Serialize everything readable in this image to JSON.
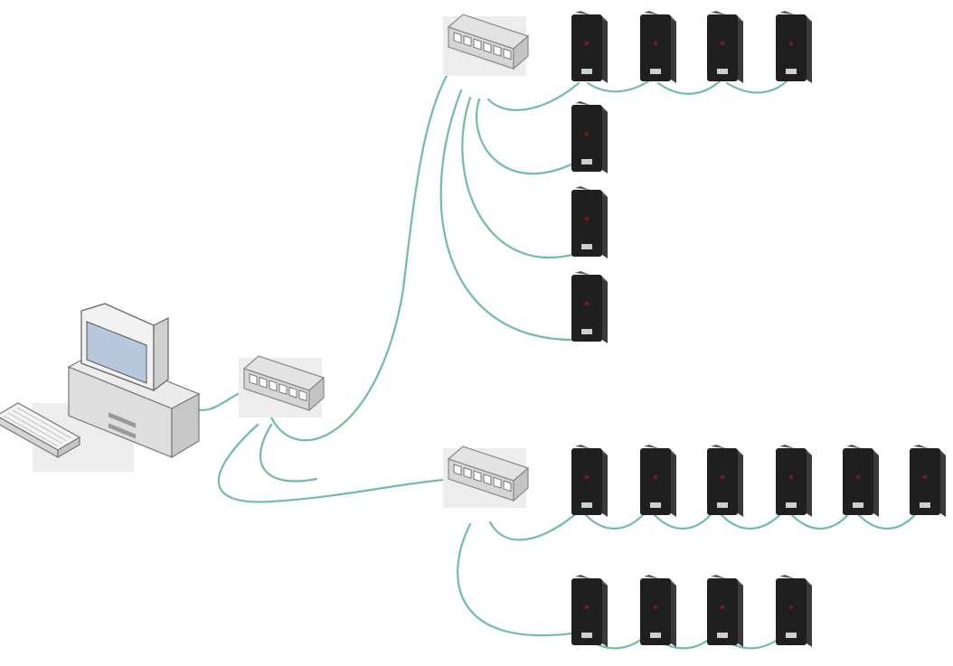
{
  "diagram": {
    "type": "network-topology",
    "colors": {
      "cable": "#6fbf9a",
      "device_body": "#1f1f1f",
      "device_side": "#3a3a3a",
      "switch_body": "#e3e3e3",
      "switch_outline": "#8a8a8a",
      "pc_body": "#ececec",
      "pc_screen": "#b9c7dc"
    },
    "nodes": {
      "computer": {
        "kind": "workstation",
        "icon": "computer-icon"
      },
      "switches": [
        {
          "id": "core-switch",
          "icon": "switch-icon"
        },
        {
          "id": "upper-switch",
          "icon": "switch-icon"
        },
        {
          "id": "lower-switch",
          "icon": "switch-icon"
        }
      ],
      "devices": {
        "upper_row": 4,
        "upper_column": 3,
        "lower_row_1": 6,
        "lower_row_2": 4,
        "icon": "access-controller-icon"
      }
    },
    "links": [
      [
        "computer",
        "core-switch"
      ],
      [
        "core-switch",
        "upper-switch"
      ],
      [
        "core-switch",
        "lower-switch"
      ],
      [
        "upper-switch",
        "upper_row"
      ],
      [
        "upper-switch",
        "upper_column"
      ],
      [
        "lower-switch",
        "lower_row_1"
      ],
      [
        "lower-switch",
        "lower_row_2"
      ]
    ]
  }
}
